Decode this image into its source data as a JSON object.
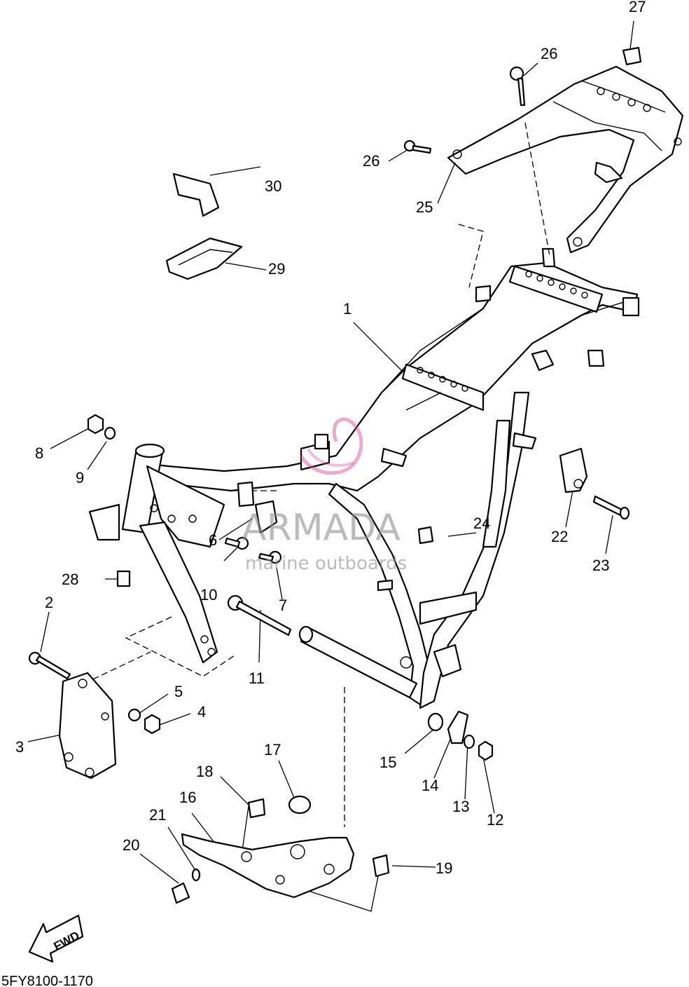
{
  "diagram": {
    "code": "5FY8100-1170",
    "fwd_label": "FWD",
    "watermark": {
      "brand": "ARMADA",
      "tagline": "marine outboards",
      "accent": "#d9409a"
    },
    "callouts": {
      "c1": "1",
      "c2": "2",
      "c3": "3",
      "c4": "4",
      "c5": "5",
      "c6": "6",
      "c7": "7",
      "c8": "8",
      "c9": "9",
      "c10": "10",
      "c11": "11",
      "c12": "12",
      "c13": "13",
      "c14": "14",
      "c15": "15",
      "c16": "16",
      "c17": "17",
      "c18": "18",
      "c19": "19",
      "c20": "20",
      "c21": "21",
      "c22": "22",
      "c23": "23",
      "c24": "24",
      "c25": "25",
      "c26a": "26",
      "c26b": "26",
      "c27": "27",
      "c28": "28",
      "c29": "29",
      "c30": "30"
    }
  }
}
